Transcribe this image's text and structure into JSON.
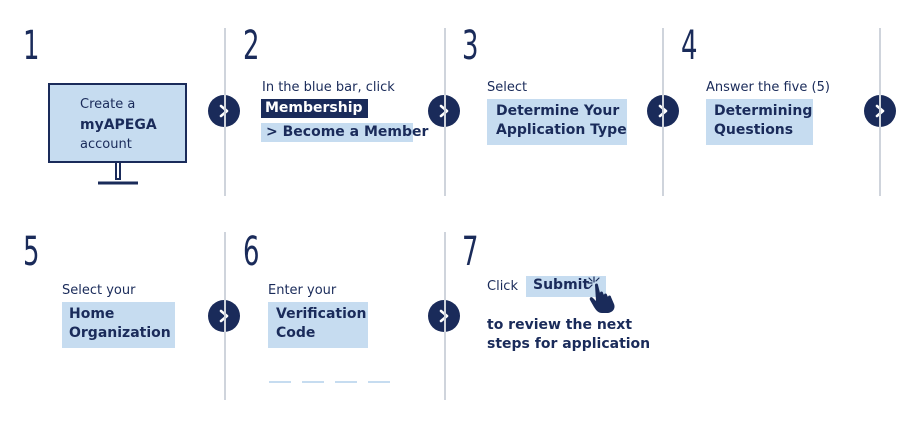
{
  "steps": {
    "s1": {
      "number": "1",
      "line1": "Create a",
      "line2": "myAPEGA",
      "line3": "account"
    },
    "s2": {
      "number": "2",
      "intro": "In the blue bar, click",
      "menu": "Membership",
      "submenu": "> Become a Member"
    },
    "s3": {
      "number": "3",
      "intro": "Select",
      "hl1": "Determine Your",
      "hl2": "Application Type"
    },
    "s4": {
      "number": "4",
      "intro": "Answer the five (5)",
      "hl1": "Determining",
      "hl2": "Questions"
    },
    "s5": {
      "number": "5",
      "intro": "Select your",
      "hl1": "Home",
      "hl2": "Organization"
    },
    "s6": {
      "number": "6",
      "intro": "Enter your",
      "hl1": "Verification",
      "hl2": "Code"
    },
    "s7": {
      "number": "7",
      "intro": "Click",
      "button": "Submit",
      "outro1": "to review the next",
      "outro2": "steps for application"
    }
  },
  "icons": {
    "arrow": "chevron-right-circle-icon",
    "monitor": "monitor-icon",
    "hand": "hand-click-icon"
  },
  "colors": {
    "navy": "#1a2b5a",
    "highlight": "#c6dcf0",
    "divider": "#cfd4dc"
  }
}
